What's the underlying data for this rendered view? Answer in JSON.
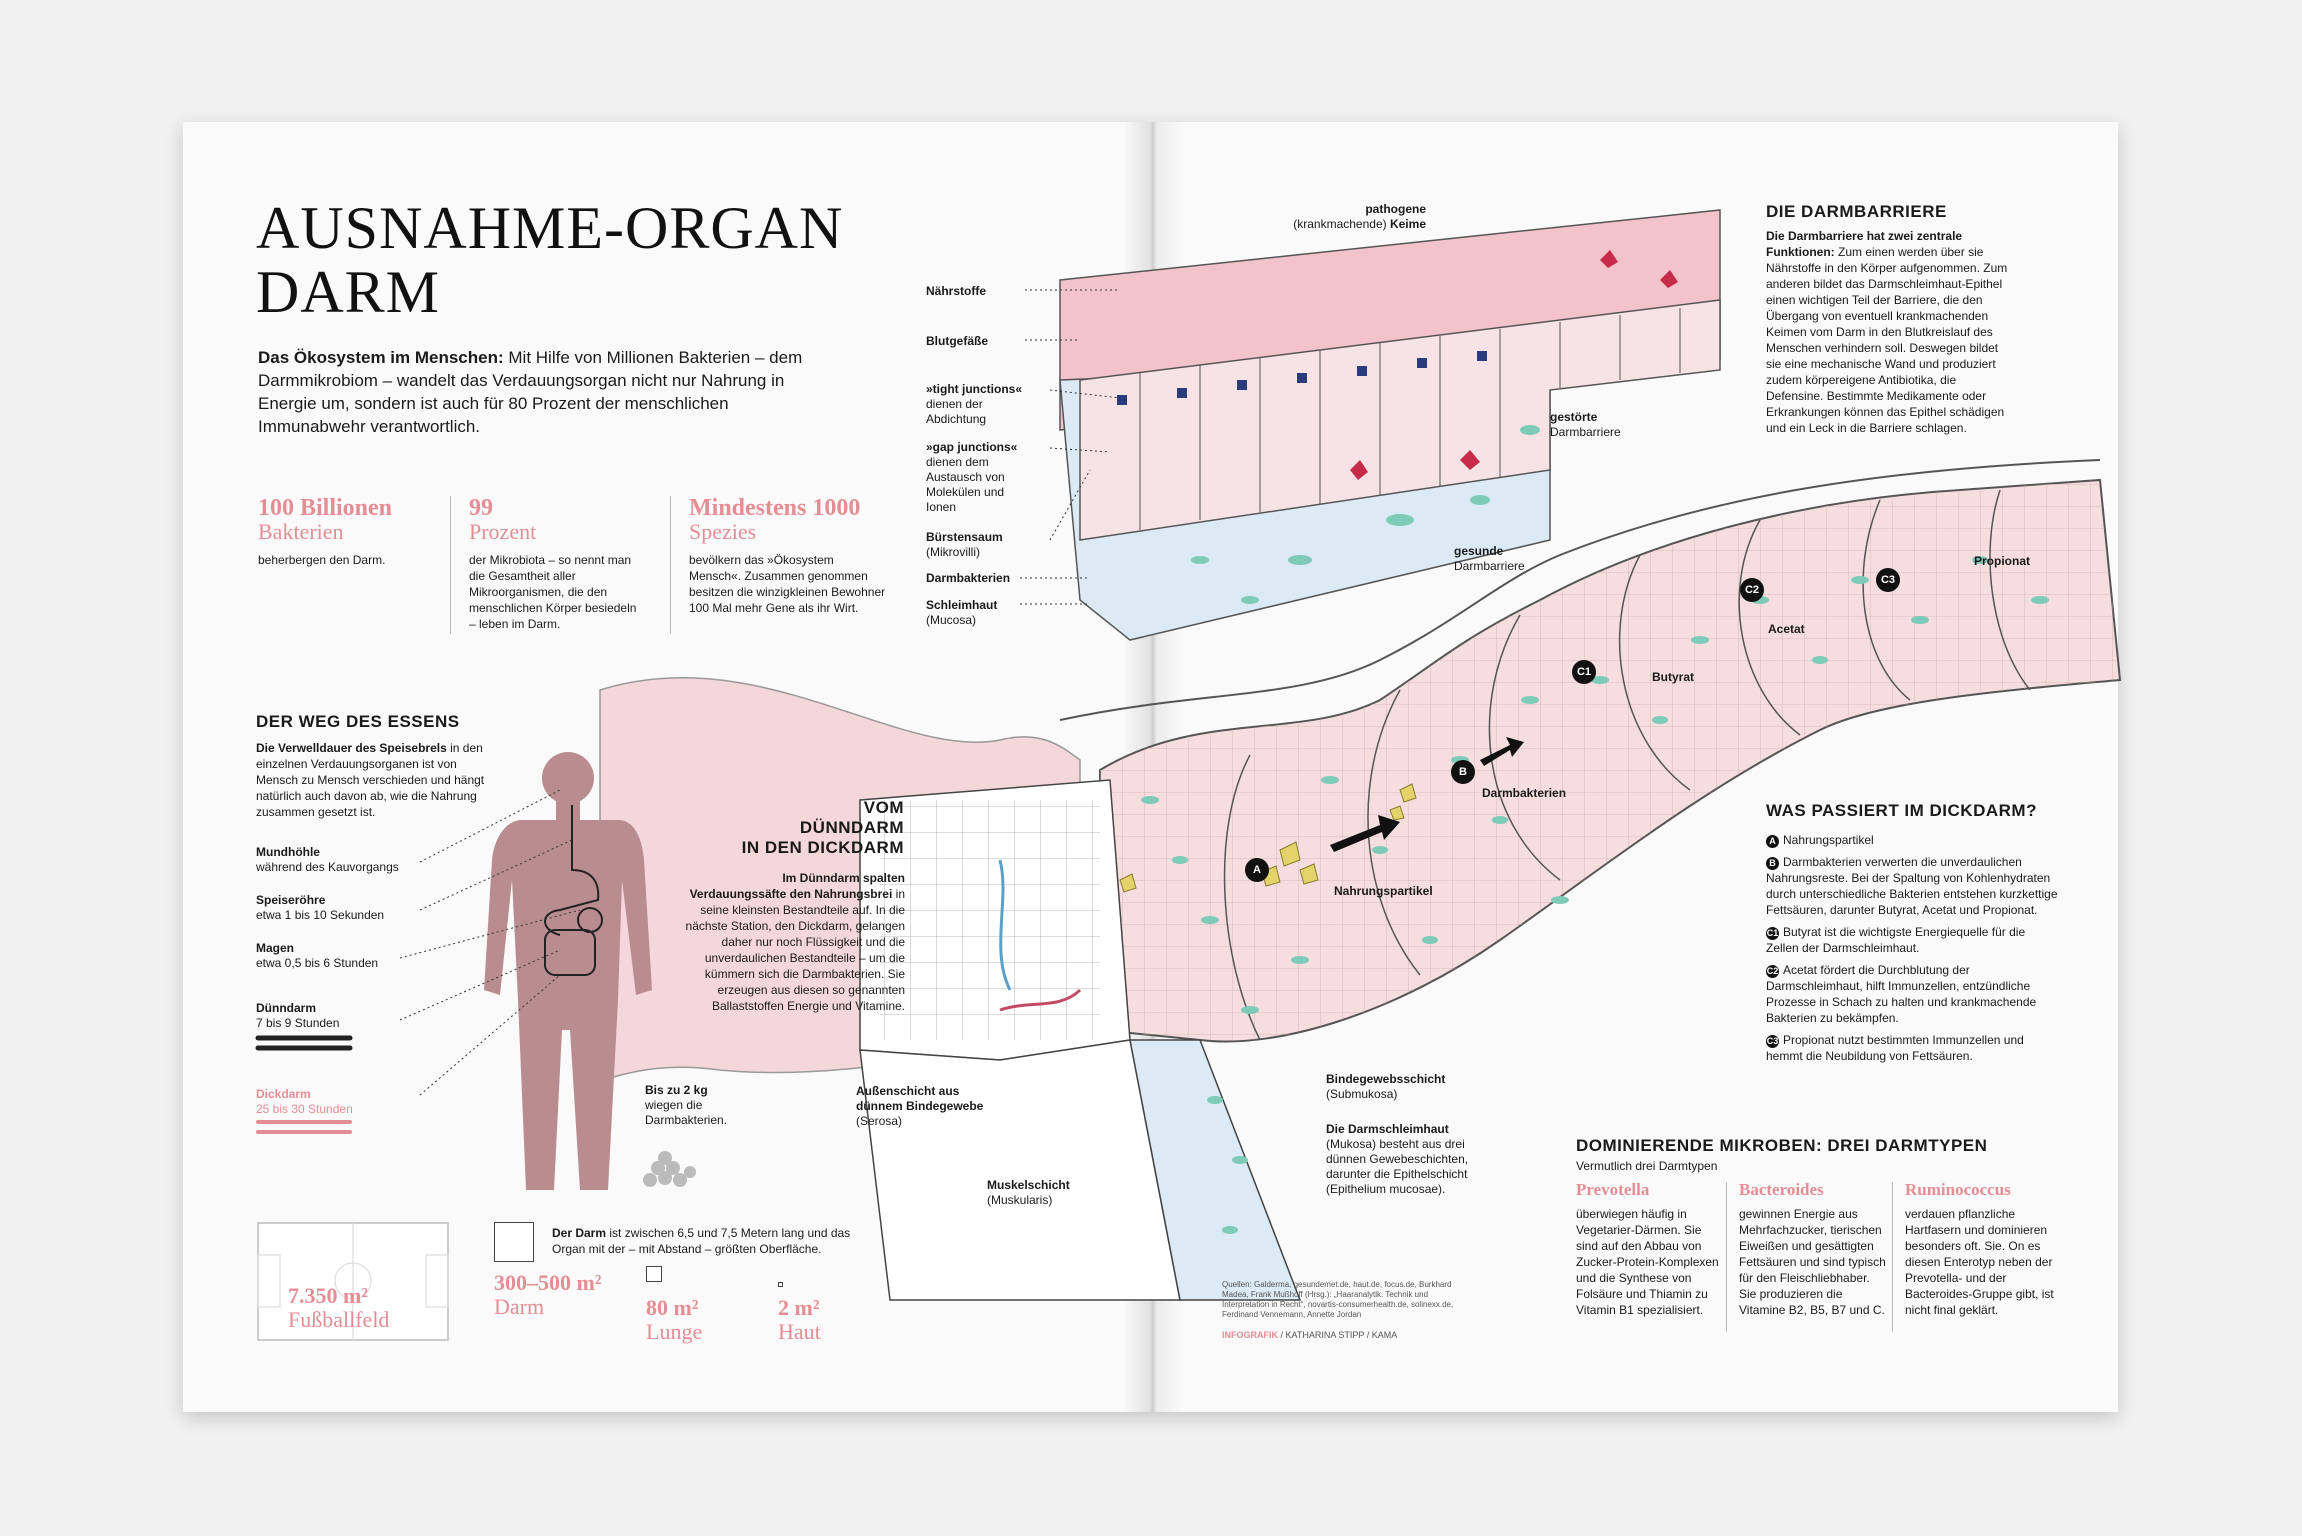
{
  "title_lines": [
    "AUSNAHME-ORGAN",
    "DARM"
  ],
  "lead": {
    "bold": "Das Ökosystem im Menschen:",
    "text": " Mit Hilfe von Millionen Bakterien – dem Darmmikrobiom – wandelt das Verdauungsorgan nicht nur Nahrung in Energie um, sondern ist auch für 80 Prozent der menschlichen Immunabwehr verantwortlich."
  },
  "stats": [
    {
      "big": "100 Billionen",
      "sub": "Bakterien",
      "text": "beherbergen den Darm."
    },
    {
      "big": "99",
      "sub": "Prozent",
      "text": "der Mikrobiota – so nennt man die Gesamtheit aller Mikroorganismen, die den menschlichen Körper besiedeln – leben im Darm."
    },
    {
      "big": "Mindestens 1000",
      "sub": "Spezies",
      "text": "bevölkern das »Ökosystem Mensch«. Zusammen genommen besitzen die winzigkleinen Bewohner 100 Mal mehr Gene als ihr Wirt."
    }
  ],
  "weg": {
    "heading": "DER WEG DES ESSENS",
    "intro_bold": "Die Verwelldauer des Speisebrels",
    "intro_text": " in den einzelnen Verdauungsorganen ist von Mensch zu Mensch verschieden und hängt natürlich auch davon ab, wie die Nahrung zusammen gesetzt ist.",
    "stages": [
      {
        "name": "Mundhöhle",
        "time": "während des Kauvorgangs"
      },
      {
        "name": "Speiseröhre",
        "time": "etwa 1 bis 10 Sekunden"
      },
      {
        "name": "Magen",
        "time": "etwa 0,5 bis 6 Stunden"
      },
      {
        "name": "Dünndarm",
        "time": "7 bis 9 Stunden"
      },
      {
        "name": "Dickdarm",
        "time": "25 bis 30 Stunden"
      }
    ]
  },
  "vom": {
    "heading_lines": [
      "VOM",
      "DÜNNDARM",
      "IN DEN DICKDARM"
    ],
    "bold": "Im Dünndarm spalten Verdauungssäfte den Nahrungsbrei",
    "text": " in seine kleinsten Bestandteile auf. In die nächste Station, den Dickdarm, gelangen daher nur noch Flüssigkeit und die unverdaulichen Bestandteile – um die kümmern sich die Darmbakterien. Sie erzeugen aus diesen so genannten Ballaststoffen Energie und Vitamine."
  },
  "bis2kg": {
    "bold": "Bis zu 2 kg",
    "text": "wiegen die Darmbakterien."
  },
  "area_intro": {
    "bold": "Der Darm",
    "text": " ist zwischen 6,5 und 7,5 Metern lang und das Organ mit der – mit Abstand – größten Oberfläche."
  },
  "areas": [
    {
      "num": "7.350 m²",
      "lbl": "Fußballfeld"
    },
    {
      "num": "300–500 m²",
      "lbl": "Darm"
    },
    {
      "num": "80 m²",
      "lbl": "Lunge"
    },
    {
      "num": "2 m²",
      "lbl": "Haut"
    }
  ],
  "barrier_labels": {
    "pathogene": "pathogene",
    "pathogene_sub": "(krankmachende)",
    "keime": "Keime",
    "naehrstoffe": "Nährstoffe",
    "blutgefaesse": "Blutgefäße",
    "tight": "»tight junctions«",
    "tight_sub": "dienen der Abdichtung",
    "gap": "»gap junctions«",
    "gap_sub": "dienen dem Austausch von Molekülen und Ionen",
    "buersten": "Bürstensaum",
    "buersten_sub": "(Mikrovilli)",
    "darmbakterien": "Darmbakterien",
    "schleimhaut": "Schleimhaut",
    "schleimhaut_sub": "(Mucosa)",
    "gestoerte": "gestörte",
    "gestoerte_sub": "Darmbarriere",
    "gesunde": "gesunde",
    "gesunde_sub": "Darmbarriere"
  },
  "darmbarriere": {
    "heading": "DIE DARMBARRIERE",
    "bold": "Die Darmbarriere hat zwei zentrale Funktionen:",
    "text": " Zum einen werden über sie Nährstoffe in den Körper aufgenommen. Zum anderen bildet das Darmschleimhaut-Epithel einen wichtigen Teil der Barriere, die den Übergang von eventuell krankmachenden Keimen vom Darm in den Blutkreislauf des Menschen verhindern soll. Deswegen bildet sie eine mechanische Wand und produziert zudem körpereigene Antibiotika, die Defensine. Bestimmte Medikamente oder Erkrankungen können das Epithel schädigen und ein Leck in die Barriere schlagen."
  },
  "intestine_labels": {
    "propionat": "Propionat",
    "acetat": "Acetat",
    "butyrat": "Butyrat",
    "darmbakterien": "Darmbakterien",
    "nahrungspartikel": "Nahrungspartikel",
    "bindegewebe": "Bindegewebsschicht",
    "bindegewebe_sub": "(Submukosa)",
    "darmschleimhaut": "Die Darmschleimhaut",
    "darmschleimhaut_text": "(Mukosa) besteht aus drei dünnen Gewebeschichten, darunter die Epithelschicht (Epithelium mucosae).",
    "aussenschicht": "Außenschicht aus dünnem Bindegewebe",
    "aussenschicht_sub": "(Serosa)",
    "muskel": "Muskelschicht",
    "muskel_sub": "(Muskularis)",
    "markers": [
      "A",
      "B",
      "C1",
      "C2",
      "C3"
    ]
  },
  "dickdarm": {
    "heading": "WAS PASSIERT IM DICKDARM?",
    "items": [
      {
        "key": "A",
        "text": "Nahrungspartikel"
      },
      {
        "key": "B",
        "text": "Darmbakterien verwerten die unverdaulichen Nahrungsreste. Bei der Spaltung von Kohlenhydraten durch unterschiedliche Bakterien entstehen kurzkettige Fettsäuren, darunter Butyrat, Acetat und Propionat."
      },
      {
        "key": "C1",
        "text": "Butyrat ist die wichtigste Energiequelle für die Zellen der Darmschleimhaut."
      },
      {
        "key": "C2",
        "text": "Acetat fördert die Durchblutung der Darmschleimhaut, hilft Immunzellen, entzündliche Prozesse in Schach zu halten und krankmachende Bakterien zu bekämpfen."
      },
      {
        "key": "C3",
        "text": "Propionat nutzt bestimmten Immunzellen und hemmt die Neubildung von Fettsäuren."
      }
    ]
  },
  "mikroben": {
    "heading": "DOMINIERENDE MIKROBEN: DREI DARMTYPEN",
    "sub": "Vermutlich drei Darmtypen",
    "types": [
      {
        "name": "Prevotella",
        "text": "überwiegen häufig in Vegetarier-Därmen. Sie sind auf den Abbau von Zucker-Protein-Komplexen und die Synthese von Folsäure und Thiamin zu Vitamin B1 spezialisiert."
      },
      {
        "name": "Bacteroides",
        "text": "gewinnen Energie aus Mehrfachzucker, tierischen Eiweißen und gesättigten Fettsäuren und sind typisch für den Fleischliebhaber. Sie produzieren die Vitamine B2, B5, B7 und C."
      },
      {
        "name": "Ruminococcus",
        "text": "verdauen pflanzliche Hartfasern und dominieren besonders oft. Sie. On es diesen Enterotyp neben der Prevotella- und der Bacteroides-Gruppe gibt, ist nicht final geklärt."
      }
    ]
  },
  "sources": "Quellen: Galderma, gesundemet.de, haut.de, focus.de, Burkhard Madea, Frank Mußhoff (Hrsg.): „Haaranalytik. Technik und Interpretation in Recht“, novartis-consumerhealth.de, solinexx.de, Ferdinand Vennemann, Annette Jordan",
  "credit": {
    "bold": "INFOGRAFIK",
    "text": " / KATHARINA STIPP / KAMA"
  },
  "colors": {
    "accent": "#e58d95",
    "tissue": "#f6dde0",
    "bacteria": "#7ecbb8",
    "mucosa": "#dbeaf5"
  }
}
